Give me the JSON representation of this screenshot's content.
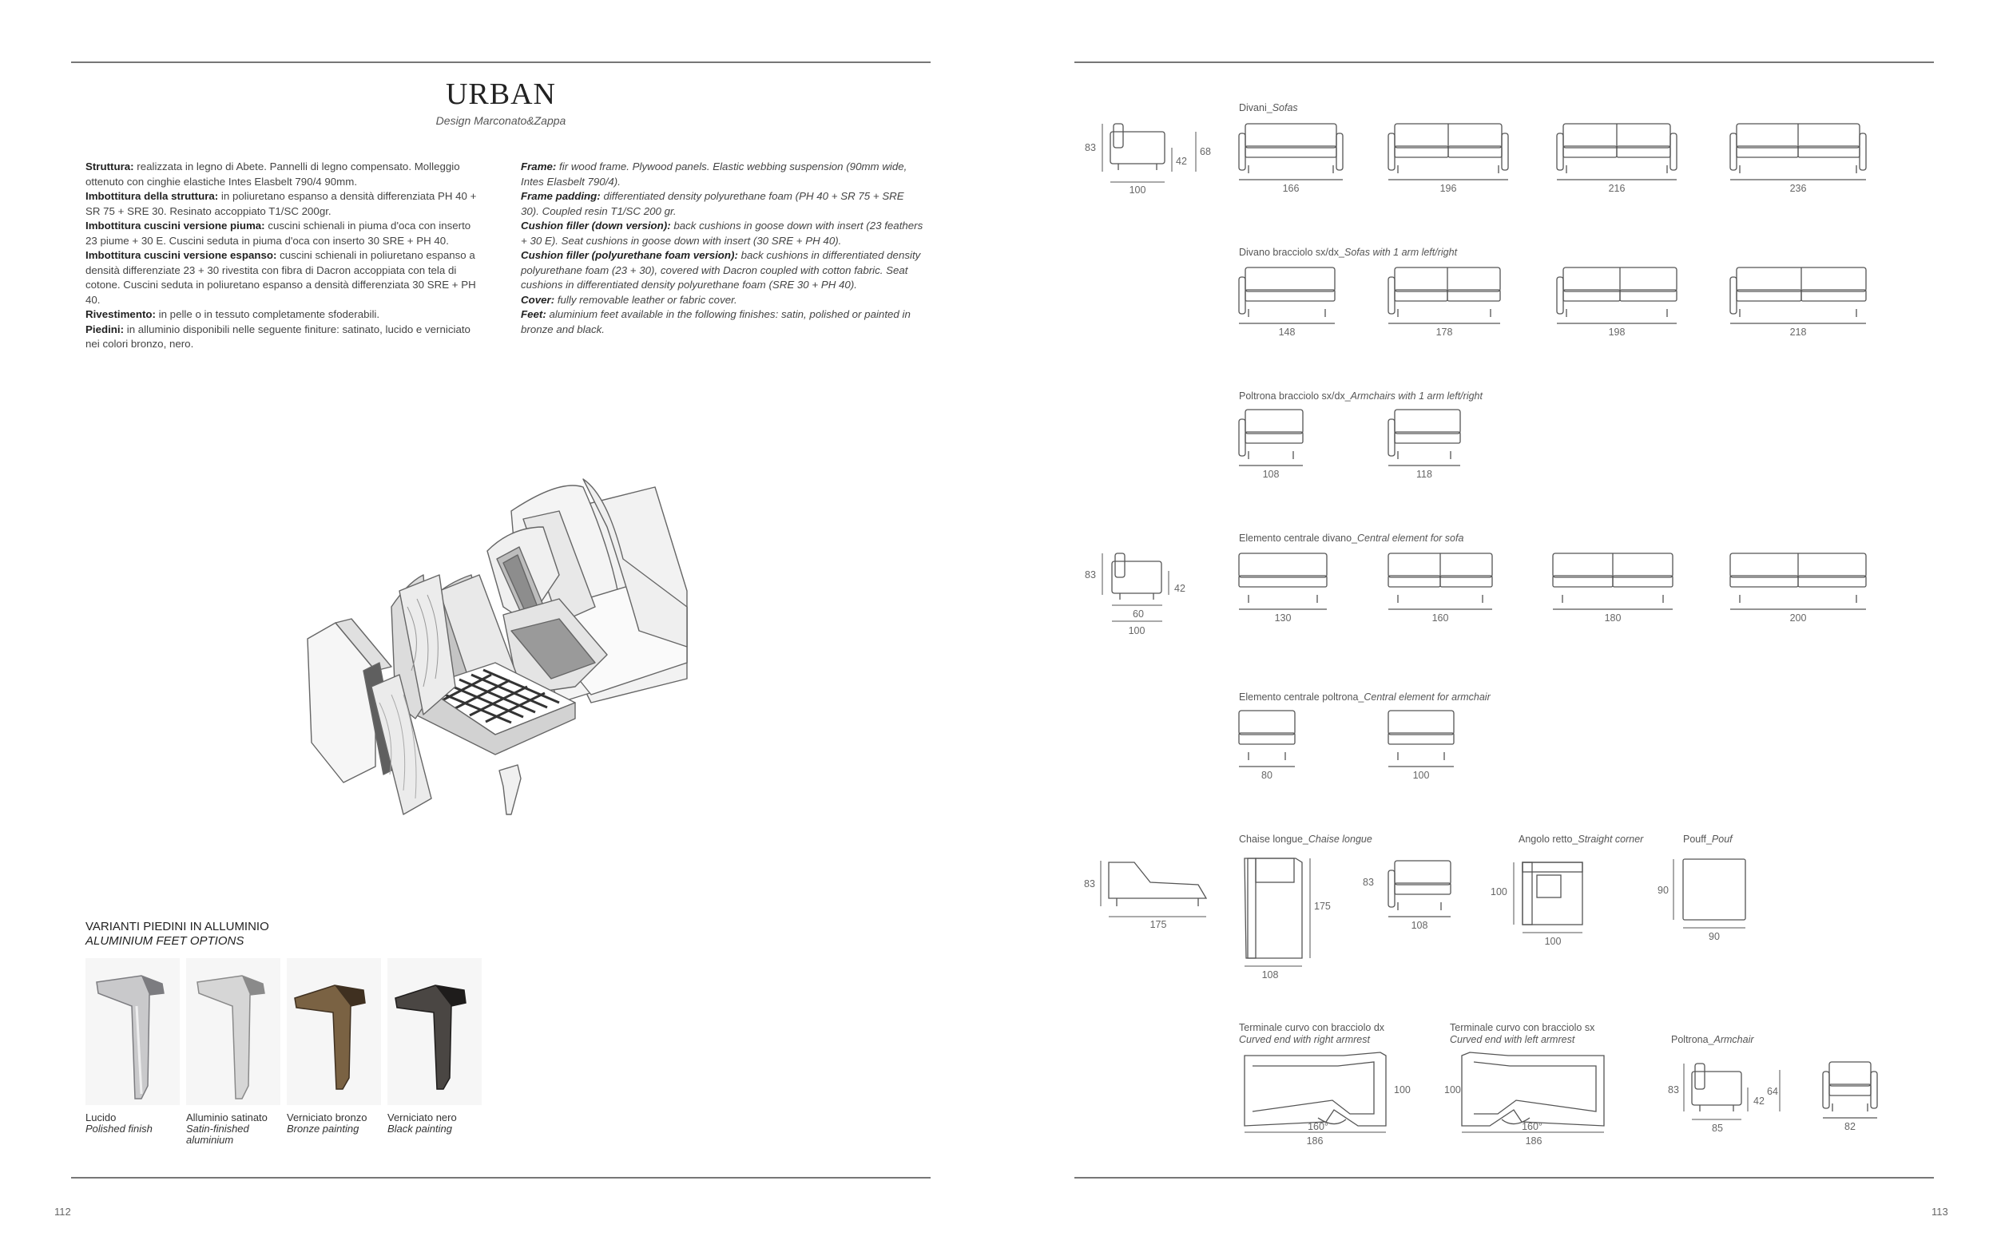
{
  "header": {
    "title": "URBAN",
    "designer": "Design Marconato&Zappa"
  },
  "specs_it": [
    {
      "k": "Struttura:",
      "v": "realizzata in legno di Abete. Pannelli di legno compensato. Molleggio ottenuto con cinghie elastiche Intes Elasbelt 790/4 90mm."
    },
    {
      "k": "Imbottitura della struttura:",
      "v": "in poliuretano espanso a densità differenziata PH 40 + SR 75 + SRE 30. Resinato accoppiato T1/SC 200gr."
    },
    {
      "k": "Imbottitura cuscini versione piuma:",
      "v": "cuscini schienali in piuma d'oca con inserto 23 piume + 30 E. Cuscini seduta in piuma d'oca con inserto 30 SRE + PH 40."
    },
    {
      "k": "Imbottitura cuscini versione espanso:",
      "v": "cuscini schienali in poliuretano espanso a densità differenziate 23 + 30 rivestita con fibra di Dacron accoppiata con tela di cotone. Cuscini seduta in poliuretano espanso a densità differenziata 30 SRE + PH 40."
    },
    {
      "k": "Rivestimento:",
      "v": "in pelle o in tessuto completamente sfoderabili."
    },
    {
      "k": "Piedini:",
      "v": "in alluminio disponibili nelle seguente finiture: satinato, lucido e verniciato nei colori bronzo, nero."
    }
  ],
  "specs_en": [
    {
      "k": "Frame:",
      "v": "fir wood frame. Plywood panels. Elastic webbing suspension (90mm wide, Intes Elasbelt 790/4)."
    },
    {
      "k": "Frame padding:",
      "v": "differentiated density polyurethane foam (PH 40 + SR 75 + SRE 30). Coupled resin T1/SC 200 gr."
    },
    {
      "k": "Cushion filler (down version):",
      "v": "back cushions in goose down with insert (23 feathers + 30 E). Seat cushions in goose down with insert (30 SRE + PH 40)."
    },
    {
      "k": "Cushion filler (polyurethane foam version):",
      "v": "back cushions in differentiated density polyurethane foam (23 + 30), covered with Dacron coupled with cotton fabric. Seat cushions in differentiated density polyurethane foam (SRE 30 + PH 40)."
    },
    {
      "k": "Cover:",
      "v": "fully removable leather or fabric cover."
    },
    {
      "k": "Feet:",
      "v": "aluminium feet available in the following finishes: satin, polished or painted in bronze and black."
    }
  ],
  "feet": {
    "heading_it": "VARIANTI PIEDINI IN ALLUMINIO",
    "heading_en": "ALUMINIUM FEET OPTIONS",
    "options": [
      {
        "it": "Lucido",
        "en": "Polished finish",
        "color": "#c9c9cb",
        "dark": "#7c7c80"
      },
      {
        "it": "Alluminio satinato",
        "en": "Satin-finished aluminium",
        "color": "#d6d6d6",
        "dark": "#8a8a8a"
      },
      {
        "it": "Verniciato bronzo",
        "en": "Bronze painting",
        "color": "#7a6243",
        "dark": "#3f3020"
      },
      {
        "it": "Verniciato nero",
        "en": "Black painting",
        "color": "#4a4643",
        "dark": "#1e1c1b"
      }
    ]
  },
  "sections": {
    "sofas": {
      "it": "Divani_",
      "en": "Sofas"
    },
    "one_arm": {
      "it": "Divano bracciolo sx/dx_",
      "en": "Sofas with 1 arm left/right"
    },
    "armchair_one_arm": {
      "it": "Poltrona bracciolo sx/dx_",
      "en": "Armchairs with 1 arm left/right"
    },
    "central_sofa": {
      "it": "Elemento centrale divano_",
      "en": "Central element for sofa"
    },
    "central_armchair": {
      "it": "Elemento centrale poltrona_",
      "en": "Central element for armchair"
    },
    "chaise": {
      "it": "Chaise longue_",
      "en": "Chaise longue"
    },
    "corner": {
      "it": "Angolo retto_",
      "en": "Straight corner"
    },
    "pouf": {
      "it": "Pouff_",
      "en": "Pouf"
    },
    "curved_dx": {
      "it": "Terminale curvo con bracciolo dx",
      "en": "Curved end with right armrest"
    },
    "curved_sx": {
      "it": "Terminale curvo con bracciolo sx",
      "en": "Curved end with left armrest"
    },
    "armchair": {
      "it": "Poltrona_",
      "en": "Armchair"
    }
  },
  "dims": {
    "side1": {
      "h": "83",
      "seat": "42",
      "arm": "68",
      "depth": "100"
    },
    "sofas": [
      "166",
      "196",
      "216",
      "236"
    ],
    "one_arm": [
      "148",
      "178",
      "198",
      "218"
    ],
    "armchair_one_arm": [
      "108",
      "118"
    ],
    "side2": {
      "h": "83",
      "seat": "42",
      "inner": "60",
      "depth": "100"
    },
    "central_sofa": [
      "130",
      "160",
      "180",
      "200"
    ],
    "central_armchair": [
      "80",
      "100"
    ],
    "chaise": {
      "h": "83",
      "side_w": "175",
      "plan_len": "175",
      "plan_w": "108"
    },
    "corner": {
      "front_h": "83",
      "front_w": "108",
      "plan_depth": "100",
      "plan_w": "100"
    },
    "pouf": {
      "depth": "90",
      "w": "90"
    },
    "curved_dx": {
      "depth": "100",
      "angle": "160°",
      "w": "186"
    },
    "curved_sx": {
      "depth": "100",
      "angle": "160°",
      "w": "186"
    },
    "armchair": {
      "h": "83",
      "seat": "42",
      "arm": "64",
      "depth": "85",
      "w": "82"
    }
  },
  "pages": {
    "left": "112",
    "right": "113"
  }
}
